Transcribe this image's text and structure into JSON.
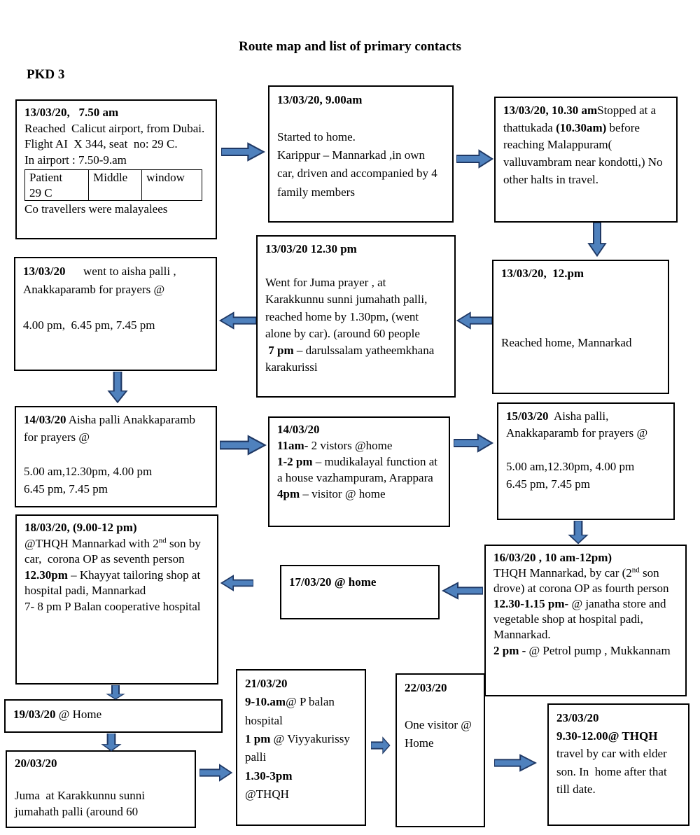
{
  "title": "Route map and  list of primary contacts",
  "pkd_label": "PKD 3",
  "colors": {
    "arrow_fill": "#4f81bd",
    "arrow_stroke": "#1f3864",
    "box_border": "#000000"
  },
  "boxes": {
    "b1": {
      "top": [
        [
          {
            "t": "13/03/20,   7.50 am",
            "b": true
          }
        ],
        [
          {
            "t": "Reached  Calicut airport, from Dubai."
          }
        ],
        [
          {
            "t": "Flight AI  X 344, seat  no: 29 C."
          }
        ],
        [
          {
            "t": "In airport : 7.50-9.am"
          }
        ]
      ],
      "table": {
        "c1a": "Patient",
        "c1b": "29 C",
        "c2": "Middle",
        "c3": "window"
      },
      "bottom": [
        [
          {
            "t": "Co travellers were malayalees"
          }
        ]
      ]
    },
    "b2": [
      [
        {
          "t": "13/03/20, 9.00am",
          "b": true
        }
      ],
      [],
      [
        {
          "t": "Started to home."
        }
      ],
      [
        {
          "t": "Karippur – Mannarkad ,in own car, driven and accompanied by 4 family members"
        }
      ]
    ],
    "b3": [
      [
        {
          "t": "13/03/20, 10.30 am",
          "b": true
        },
        {
          "t": "Stopped at a thattukada "
        },
        {
          "t": "(10.30am)",
          "b": true
        },
        {
          "t": " before reaching Malappuram( valluvambram near kondotti,) No other halts in travel."
        }
      ]
    ],
    "b4": [
      [
        {
          "t": "13/03/20 12.30 pm",
          "b": true
        }
      ],
      [],
      [
        {
          "t": "Went for Juma prayer , at Karakkunnu sunni jumahath palli, reached home by 1.30pm, (went alone by car). (around 60 people"
        }
      ],
      [
        {
          "t": " 7 pm",
          "b": true
        },
        {
          "t": " – darulssalam yatheemkhana karakurissi"
        }
      ]
    ],
    "b5": [
      [
        {
          "t": "13/03/20,  12.pm",
          "b": true
        }
      ],
      [],
      [],
      [],
      [
        {
          "t": "Reached home, Mannarkad"
        }
      ]
    ],
    "b6": [
      [
        {
          "t": "13/03/20",
          "b": true
        },
        {
          "t": "      went to aisha palli , Anakkaparamb for prayers @"
        }
      ],
      [],
      [
        {
          "t": "4.00 pm,  6.45 pm, 7.45 pm"
        }
      ]
    ],
    "b7": [
      [
        {
          "t": "14/03/20",
          "b": true
        },
        {
          "t": " Aisha palli Anakkaparamb for prayers @"
        }
      ],
      [],
      [
        {
          "t": "5.00 am,12.30pm, 4.00 pm"
        }
      ],
      [
        {
          "t": "6.45 pm, 7.45 pm"
        }
      ]
    ],
    "b8": [
      [
        {
          "t": "14/03/20",
          "b": true
        }
      ],
      [
        {
          "t": "11am-",
          "b": true
        },
        {
          "t": " 2 vistors @home"
        }
      ],
      [
        {
          "t": "1-2 pm",
          "b": true
        },
        {
          "t": " – mudikalayal function at a house vazhampuram, Arappara"
        }
      ],
      [
        {
          "t": "4pm",
          "b": true
        },
        {
          "t": " – visitor @ home"
        }
      ]
    ],
    "b9": [
      [
        {
          "t": "15/03/20",
          "b": true
        },
        {
          "t": "  Aisha palli, Anakkaparamb for prayers @"
        }
      ],
      [],
      [
        {
          "t": "5.00 am,12.30pm, 4.00 pm"
        }
      ],
      [
        {
          "t": "6.45 pm, 7.45 pm"
        }
      ]
    ],
    "b10": [
      [
        {
          "t": "16/03/20 , 10 am-12pm)",
          "b": true
        }
      ],
      [
        {
          "t": "THQH Mannarkad, by car (2"
        },
        {
          "t": "nd",
          "sup": true
        },
        {
          "t": " son drove) at corona OP as fourth person"
        }
      ],
      [
        {
          "t": "12.30-1.15 pm-",
          "b": true
        },
        {
          "t": " @ janatha store and vegetable shop at hospital padi, Mannarkad."
        }
      ],
      [
        {
          "t": "2 pm -",
          "b": true
        },
        {
          "t": " @ Petrol pump , Mukkannam"
        }
      ]
    ],
    "b11": [
      [
        {
          "t": "17/03/20 @ home",
          "b": true
        }
      ]
    ],
    "b12": [
      [
        {
          "t": "18/03/20, (9.00-12 pm)",
          "b": true
        }
      ],
      [
        {
          "t": "@THQH Mannarkad with 2"
        },
        {
          "t": "nd",
          "sup": true
        },
        {
          "t": " son by car,  corona OP as seventh person"
        }
      ],
      [
        {
          "t": "12.30pm",
          "b": true
        },
        {
          "t": " – Khayyat tailoring shop at hospital padi, Mannarkad"
        }
      ],
      [
        {
          "t": "7- 8 pm P Balan cooperative hospital"
        }
      ]
    ],
    "b13": [
      [
        {
          "t": "19/03/20",
          "b": true
        },
        {
          "t": " @ Home"
        }
      ]
    ],
    "b14": [
      [
        {
          "t": "20/03/20",
          "b": true
        }
      ],
      [],
      [
        {
          "t": "Juma  at Karakkunnu sunni jumahath palli (around 60"
        }
      ]
    ],
    "b15": [
      [
        {
          "t": "21/03/20",
          "b": true
        }
      ],
      [
        {
          "t": "9-10.am",
          "b": true
        },
        {
          "t": "@ P balan hospital"
        }
      ],
      [
        {
          "t": "1 pm",
          "b": true
        },
        {
          "t": " @ Viyyakurissy palli"
        }
      ],
      [
        {
          "t": "1.30-3pm",
          "b": true
        }
      ],
      [
        {
          "t": "@THQH"
        }
      ]
    ],
    "b16": [
      [
        {
          "t": "22/03/20",
          "b": true
        }
      ],
      [],
      [
        {
          "t": "One visitor @ Home"
        }
      ]
    ],
    "b17": [
      [
        {
          "t": "23/03/20",
          "b": true
        }
      ],
      [
        {
          "t": "9.30-12.00@ THQH",
          "b": true
        }
      ],
      [
        {
          "t": "travel by car with elder son. In  home after that till date."
        }
      ]
    ]
  }
}
